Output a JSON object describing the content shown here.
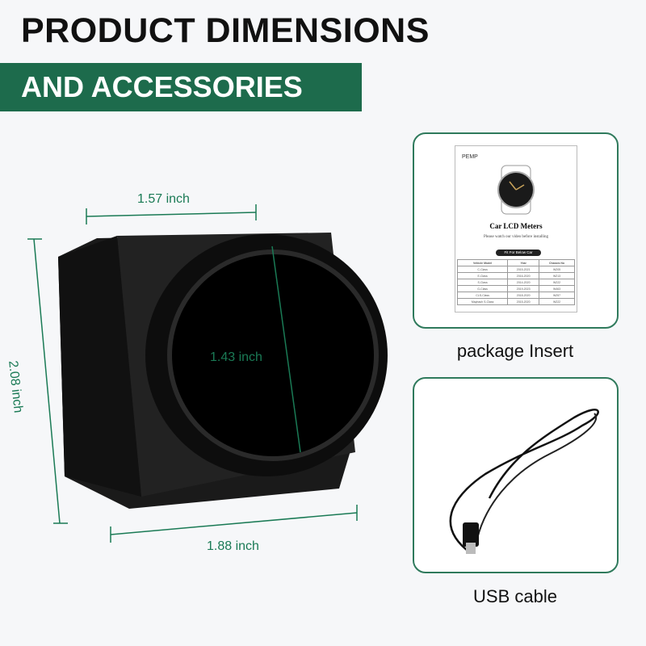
{
  "header": {
    "title": "PRODUCT DIMENSIONS",
    "banner": "AND ACCESSORIES"
  },
  "dimensions": {
    "top_width": "1.57 inch",
    "screen_diameter": "1.43 inch",
    "height": "2.08 inch",
    "bottom_width": "1.88 inch"
  },
  "accessories": [
    {
      "caption": "package Insert"
    },
    {
      "caption": "USB cable"
    }
  ],
  "insert": {
    "brand": "PEMP",
    "title": "Car LCD Meters",
    "subtitle": "Please watch our video before installing",
    "fit_label": "Fit For Below Car",
    "columns": [
      "Vehicle Model",
      "Year",
      "Chassis No"
    ],
    "rows": [
      [
        "C-Class",
        "2015-2021",
        "W205"
      ],
      [
        "E-Class",
        "2016-2020",
        "W213"
      ],
      [
        "S-Class",
        "2014-2020",
        "W222"
      ],
      [
        "G-Class",
        "2019-2023",
        "W463"
      ],
      [
        "CLS-Class",
        "2018-2020",
        "W257"
      ],
      [
        "Maybach S-Class",
        "2015-2020",
        "W222"
      ]
    ]
  },
  "colors": {
    "accent": "#1d6b4c",
    "dimension": "#1a7a55"
  }
}
